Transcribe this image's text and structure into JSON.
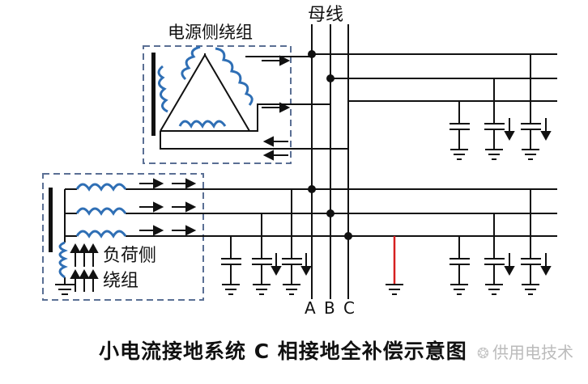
{
  "title": {
    "source_winding": "电源侧绕组",
    "bus": "母线",
    "load_winding_line1": "负荷侧",
    "load_winding_line2": "绕组"
  },
  "phases": [
    "A",
    "B",
    "C"
  ],
  "caption": "小电流接地系统 C 相接地全补偿示意图",
  "watermark": "供用电技术",
  "icons": {
    "current_arrow": "arrow-right-icon",
    "capacitor": "capacitor-icon",
    "ground": "ground-icon",
    "winding": "inductor-coil-icon"
  },
  "colors": {
    "line": "#111111",
    "box_border": "#5a6f94",
    "coil": "#2f6fb5",
    "fault": "#d62020"
  }
}
